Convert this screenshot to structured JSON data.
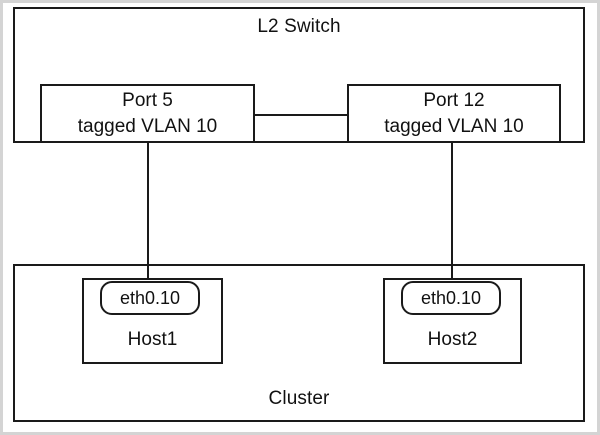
{
  "diagram": {
    "title": "L2 Switch",
    "switch": {
      "label": "L2 Switch",
      "ports": [
        {
          "id": "port-5",
          "name": "Port 5",
          "vlan_label": "tagged VLAN 10",
          "vlan_id": "10",
          "mode": "tagged"
        },
        {
          "id": "port-12",
          "name": "Port 12",
          "vlan_label": "tagged VLAN 10",
          "vlan_id": "10",
          "mode": "tagged"
        }
      ]
    },
    "cluster": {
      "label": "Cluster",
      "hosts": [
        {
          "id": "host1",
          "name": "Host1",
          "interface": "eth0.10"
        },
        {
          "id": "host2",
          "name": "Host2",
          "interface": "eth0.10"
        }
      ]
    },
    "links": [
      {
        "from": "port-5",
        "to": "host1",
        "kind": "vertical"
      },
      {
        "from": "port-12",
        "to": "host2",
        "kind": "vertical"
      },
      {
        "from": "port-5",
        "to": "port-12",
        "kind": "horizontal"
      }
    ],
    "colors": {
      "stroke": "#1a1a1a",
      "background": "#ffffff",
      "canvas_border": "#d4d4d4",
      "text": "#111111"
    }
  }
}
